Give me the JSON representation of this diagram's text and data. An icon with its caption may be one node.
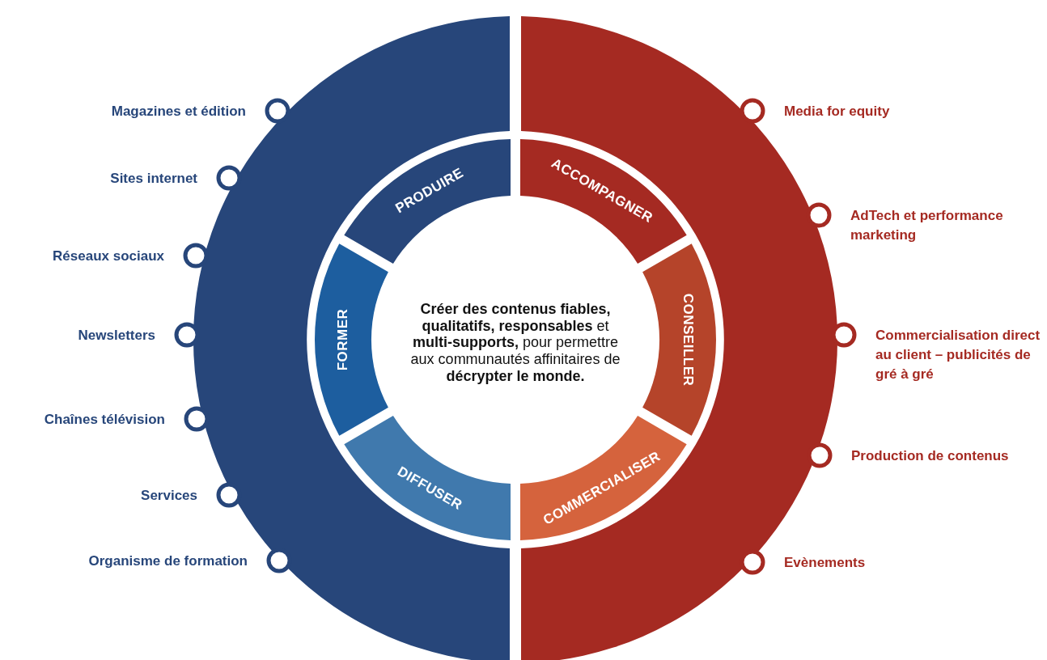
{
  "diagram": {
    "nodes": [
      {
        "text": [
          "**Créer des contenus fiables, qualitatifs, responsables** et **multi-supports,** pour permettre aux communautés affinitaires de **décrypter le monde.**"
        ]
      },
      {
        "text": [
          "PRODUIRE"
        ]
      },
      {
        "text": [
          "FORMER"
        ]
      },
      {
        "text": [
          "DIFFUSER"
        ]
      },
      {
        "text": [
          "ACCOMPAGNER"
        ]
      },
      {
        "text": [
          "CONSEILLER"
        ]
      },
      {
        "text": [
          "COMMERCIALISER"
        ]
      },
      {
        "text": [
          "Magazines et édition"
        ]
      },
      {
        "text": [
          "Sites internet"
        ]
      },
      {
        "text": [
          "Réseaux sociaux"
        ]
      },
      {
        "text": [
          "Newsletters"
        ]
      },
      {
        "text": [
          "Chaînes télévision"
        ]
      },
      {
        "text": [
          "Services"
        ]
      },
      {
        "text": [
          "Organisme de formation"
        ]
      },
      {
        "text": [
          "Media for equity"
        ]
      },
      {
        "text": [
          "AdTech et performance marketing"
        ]
      },
      {
        "text": [
          "Commercialisation direct au client – publicités de gré à gré"
        ]
      },
      {
        "text": [
          "Production de contenus"
        ]
      },
      {
        "text": [
          "Evènements"
        ]
      }
    ]
  }
}
